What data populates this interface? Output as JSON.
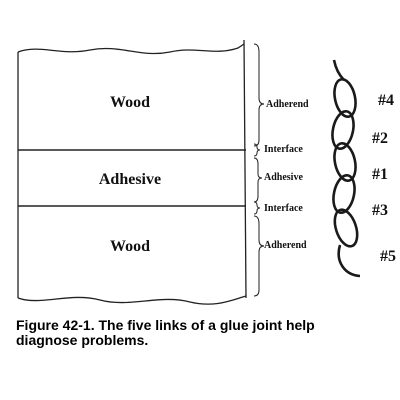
{
  "blocks": {
    "wood_top": "Wood",
    "adhesive": "Adhesive",
    "wood_bottom": "Wood"
  },
  "layers": {
    "adherend_top": "Adherend",
    "interface_top": "Interface",
    "adhesive": "Adhesive",
    "interface_bottom": "Interface",
    "adherend_bottom": "Adherend"
  },
  "links": {
    "top": "#4",
    "interface_top": "#2",
    "adhesive": "#1",
    "interface_bottom": "#3",
    "bottom": "#5"
  },
  "caption": {
    "line1": "Figure 42-1.  The five links of a glue joint help",
    "line2": "diagnose problems."
  }
}
